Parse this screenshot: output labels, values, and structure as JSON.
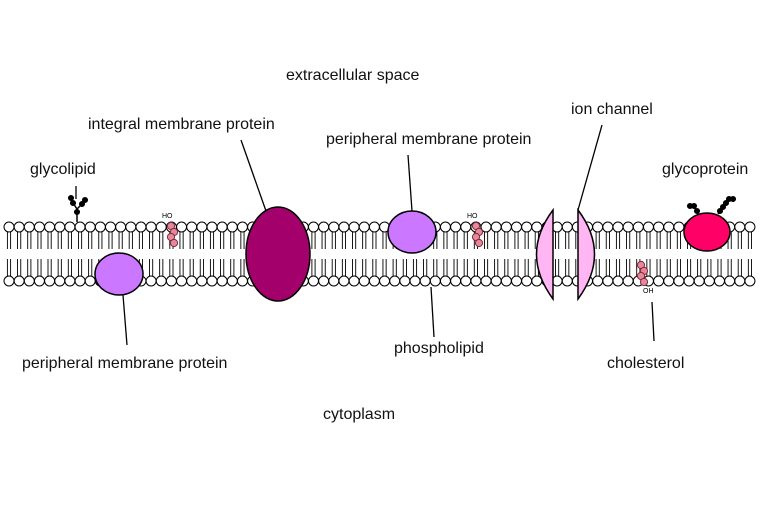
{
  "labels": {
    "extracellular": "extracellular space",
    "cytoplasm": "cytoplasm",
    "glycolipid": "glycolipid",
    "integral": "integral membrane protein",
    "peripheral_top": "peripheral membrane protein",
    "peripheral_bottom": "peripheral membrane protein",
    "ion_channel": "ion channel",
    "glycoprotein": "glycoprotein",
    "phospholipid": "phospholipid",
    "cholesterol": "cholesterol",
    "chol_ho_1": "HO",
    "chol_ho_2": "HO",
    "chol_oh": "OH"
  },
  "colors": {
    "integral_protein": "#a3006b",
    "peripheral_protein": "#cc77ff",
    "ion_channel": "#ffb6f3",
    "glycoprotein": "#ff0066",
    "cholesterol": "#e8879a",
    "lipid_head": "#ffffff",
    "outline": "#000000"
  }
}
